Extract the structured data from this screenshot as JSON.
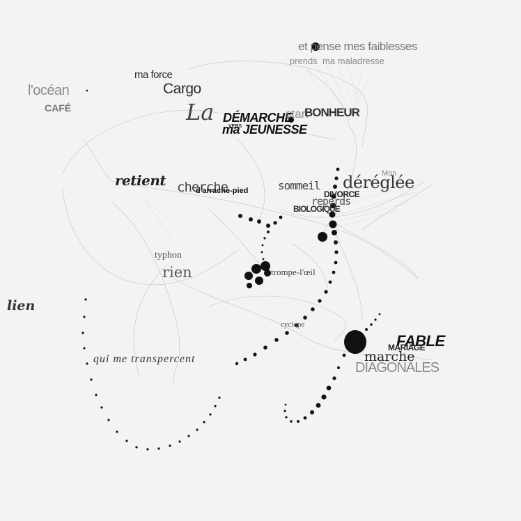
{
  "words": {
    "faiblesses": "et pense mes faiblesses",
    "prends": "prends",
    "maladresse": "ma maladresse",
    "ma_force": "ma force",
    "cargo": "Cargo",
    "ocean": "l'océan",
    "cafe": "CAFÉ",
    "la": "La",
    "demarche": "DÉMARCHE",
    "vers": "VERS",
    "jeunesse": "ma JEUNESSE",
    "start": "start",
    "bonheur": "BONHEUR",
    "retient": "retient",
    "cherche": "cherche",
    "arrache": "d'arrache-pied",
    "sommeil": "sommeil",
    "deregle": "déréglée",
    "mon": "Mon",
    "divorce": "DIVORCE",
    "reperds": "reperds",
    "biologique": "BIOLOGIQUE",
    "typhon": "typhon",
    "rien": "rien",
    "trompe": "trompe-l'œil",
    "lien": "lien",
    "cyclope": "cyclope",
    "transpercent": "qui me transpercent",
    "fable": "FABLE",
    "mariage": "MARIAGE",
    "marche": "marche",
    "diagonales": "DIAGONALES"
  },
  "colors": {
    "background": "#f3f3f3",
    "ink": "#111111",
    "web": "#9a9a9a"
  }
}
